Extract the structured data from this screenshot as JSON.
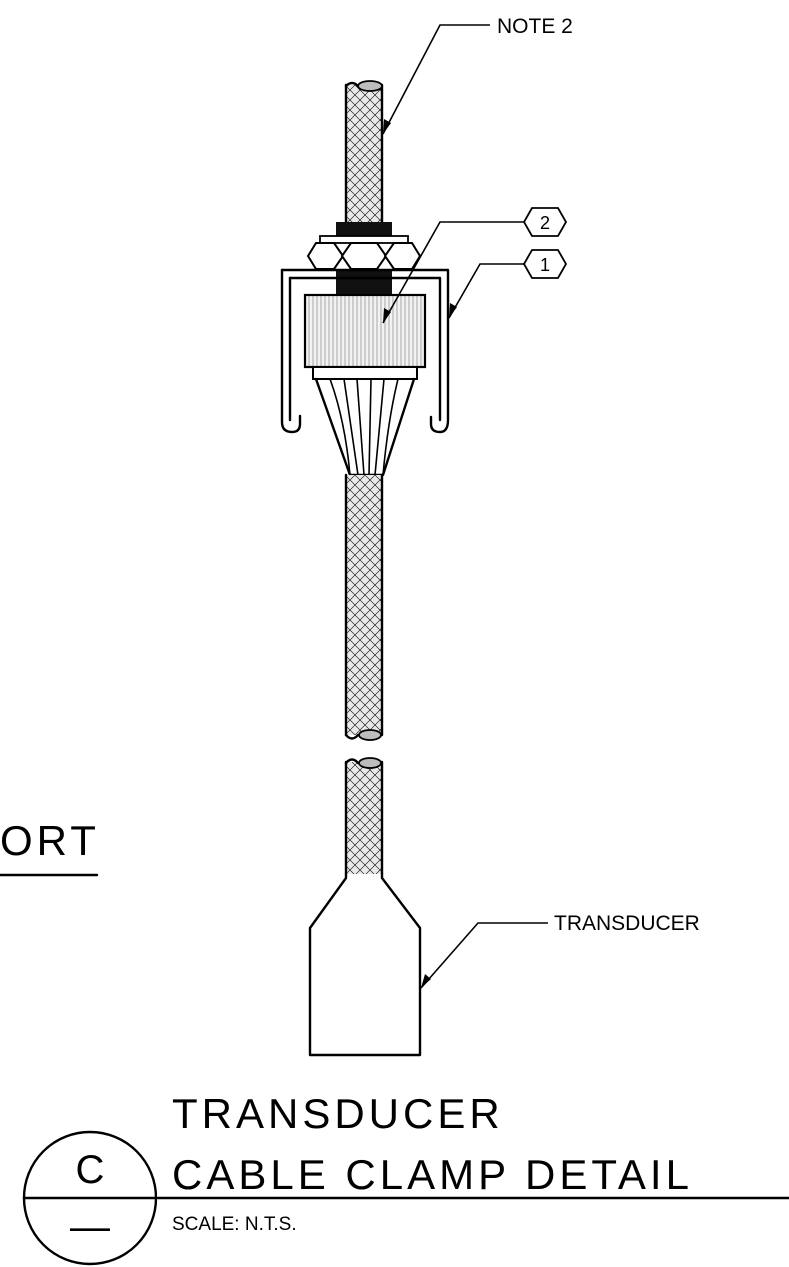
{
  "drawing": {
    "callouts": {
      "note": "NOTE 2",
      "part_2": "2",
      "part_1": "1",
      "transducer": "TRANSDUCER"
    },
    "partial_left_text": "ORT",
    "title": {
      "line1": "TRANSDUCER",
      "line2": "CABLE CLAMP DETAIL",
      "scale": "SCALE: N.T.S."
    },
    "section_marker": {
      "letter": "C",
      "sheet": "—"
    },
    "colors": {
      "line": "#000000",
      "cable_fill": "#e6e6e6",
      "cable_cut_end": "#bdbdbd",
      "nut_dark": "#111111"
    }
  }
}
